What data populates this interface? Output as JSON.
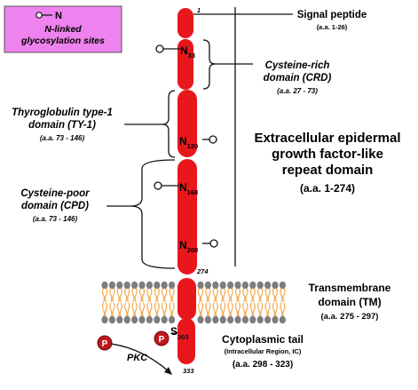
{
  "legend": {
    "symbol_label": "N",
    "line1": "N-linked",
    "line2": "glycosylation sites"
  },
  "residues": {
    "start": "1",
    "n33": {
      "main": "N",
      "sub": "33"
    },
    "n120": {
      "main": "N",
      "sub": "120"
    },
    "n168": {
      "main": "N",
      "sub": "168"
    },
    "n208": {
      "main": "N",
      "sub": "208"
    },
    "r274": "274",
    "s303": {
      "main": "S",
      "sub": "303"
    },
    "r333": "333"
  },
  "domains": {
    "signal": {
      "title": "Signal peptide",
      "range": "(a.a. 1-26)"
    },
    "crd": {
      "line1": "Cysteine-rich",
      "line2": "domain (CRD)",
      "range": "(a.a. 27 - 73)"
    },
    "ty1": {
      "line1": "Thyroglobulin type-1",
      "line2": "domain (TY-1)",
      "range": "(a.a. 73 - 146)"
    },
    "cpd": {
      "line1": "Cysteine-poor",
      "line2": "domain (CPD)",
      "range": "(a.a. 73 - 146)"
    },
    "egf": {
      "line1": "Extracellular epidermal",
      "line2": "growth factor-like",
      "line3": "repeat domain",
      "range": "(a.a. 1-274)"
    },
    "tm": {
      "line1": "Transmembrane",
      "line2": "domain (TM)",
      "range": "(a.a. 275 - 297)"
    },
    "cyto": {
      "line1": "Cytoplasmic tail",
      "line2": "(Intracellular Region, IC)",
      "range": "(a.a. 298 - 323)"
    }
  },
  "kinase": {
    "name": "PKC",
    "phospho_label": "P"
  },
  "colors": {
    "protein": "#e8171c",
    "phospho": "#c0161b",
    "lipid_head": "#7d7d7d",
    "lipid_tail": "#f4a94a",
    "legend_bg": "#ee82ee"
  }
}
